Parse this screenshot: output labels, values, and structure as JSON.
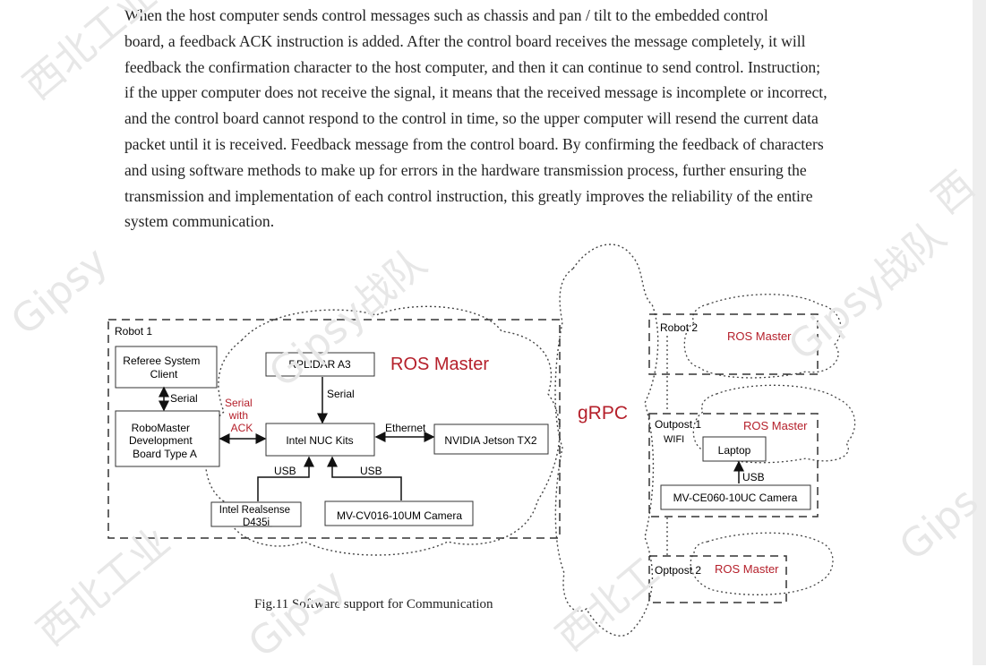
{
  "paragraph": {
    "lines": [
      "When the host computer sends control messages such as chassis and pan / tilt to the embedded control",
      "board, a feedback ACK instruction is added. After the control board receives the message completely, it will",
      "feedback the confirmation character to the host computer, and then it can continue to send control. Instruction;",
      "if the upper computer does not receive the signal, it means that the received message is incomplete or incorrect,",
      "and the control board cannot respond to the control in time, so the upper computer will resend the current data",
      "packet until it is received. Feedback message from the control board. By confirming the feedback of characters",
      "and using software methods to make up for errors in the hardware transmission process, further ensuring the",
      "transmission and implementation of each control instruction, this greatly improves the reliability of the entire",
      "system communication."
    ]
  },
  "figure": {
    "caption": "Fig.11 Software support for Communication",
    "robot1": {
      "label": "Robot 1",
      "ros_master": "ROS Master",
      "referee_client": [
        "Referee System",
        "Client"
      ],
      "serial_link": "Serial",
      "serial_ack": [
        "Serial",
        "with",
        "ACK"
      ],
      "robomaster_board": [
        "RoboMaster",
        "Development",
        "Board Type A"
      ],
      "rplidar": "RPLIDAR A3",
      "rplidar_link": "Serial",
      "nuc": "Intel NUC Kits",
      "ethernet_link": "Ethernet",
      "jetson": "NVIDIA Jetson TX2",
      "usb_left": "USB",
      "usb_right": "USB",
      "realsense": [
        "Intel Realsense",
        "D435i"
      ],
      "mv_camera": "MV-CV016-10UM Camera"
    },
    "grpc_label": "gRPC",
    "robot2": {
      "label": "Robot 2",
      "ros_master": "ROS Master"
    },
    "outpost1": {
      "label": "Outpost 1",
      "wifi": "WIFI",
      "ros_master": "ROS Master",
      "laptop": "Laptop",
      "usb": "USB",
      "camera": "MV-CE060-10UC Camera"
    },
    "outpost2": {
      "label": "Optpost 2",
      "ros_master": "ROS Master"
    }
  },
  "watermarks": [
    "西北工业",
    "Gipsy",
    "Gipsy战队",
    "西北工业",
    "Gipsy",
    "Gipsy战队",
    "Gips",
    "西",
    "西北工"
  ],
  "colors": {
    "ros_master": "#b5202b",
    "text": "#222222",
    "box": "#333333"
  }
}
